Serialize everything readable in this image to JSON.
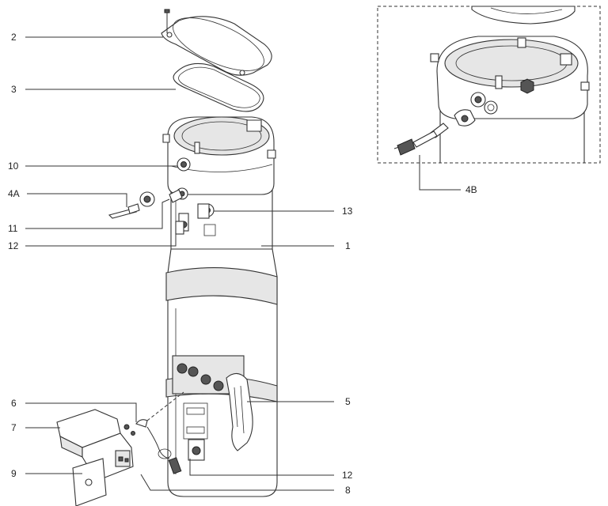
{
  "callouts": {
    "c1": "1",
    "c2": "2",
    "c3": "3",
    "c4a": "4A",
    "c4b": "4B",
    "c5": "5",
    "c6": "6",
    "c7": "7",
    "c8": "8",
    "c9": "9",
    "c10": "10",
    "c11": "11",
    "c12_top": "12",
    "c12_bottom": "12",
    "c13": "13"
  }
}
